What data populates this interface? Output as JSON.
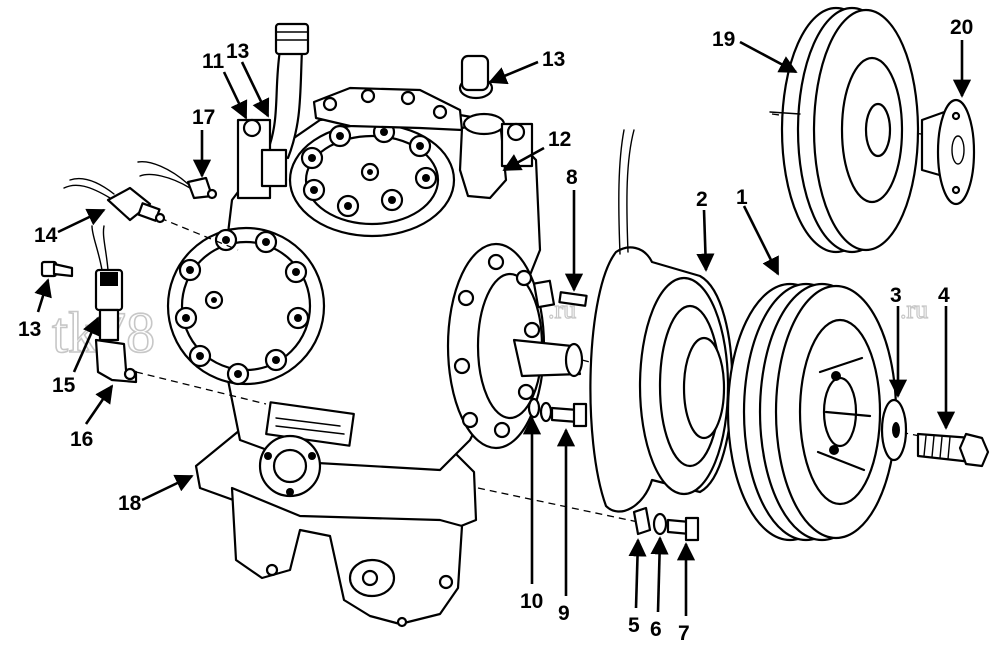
{
  "diagram": {
    "callouts": [
      {
        "id": "c1",
        "text": "1"
      },
      {
        "id": "c2",
        "text": "2"
      },
      {
        "id": "c3",
        "text": "3"
      },
      {
        "id": "c4",
        "text": "4"
      },
      {
        "id": "c5",
        "text": "5"
      },
      {
        "id": "c6",
        "text": "6"
      },
      {
        "id": "c7",
        "text": "7"
      },
      {
        "id": "c8",
        "text": "8"
      },
      {
        "id": "c9",
        "text": "9"
      },
      {
        "id": "c10",
        "text": "10"
      },
      {
        "id": "c11",
        "text": "11"
      },
      {
        "id": "c12",
        "text": "12"
      },
      {
        "id": "c13a",
        "text": "13"
      },
      {
        "id": "c13b",
        "text": "13"
      },
      {
        "id": "c13c",
        "text": "13"
      },
      {
        "id": "c14",
        "text": "14"
      },
      {
        "id": "c15",
        "text": "15"
      },
      {
        "id": "c16",
        "text": "16"
      },
      {
        "id": "c17",
        "text": "17"
      },
      {
        "id": "c18",
        "text": "18"
      },
      {
        "id": "c19",
        "text": "19"
      },
      {
        "id": "c20",
        "text": "20"
      }
    ],
    "watermark": {
      "main": "tk78",
      "suffix": ".ru"
    }
  }
}
